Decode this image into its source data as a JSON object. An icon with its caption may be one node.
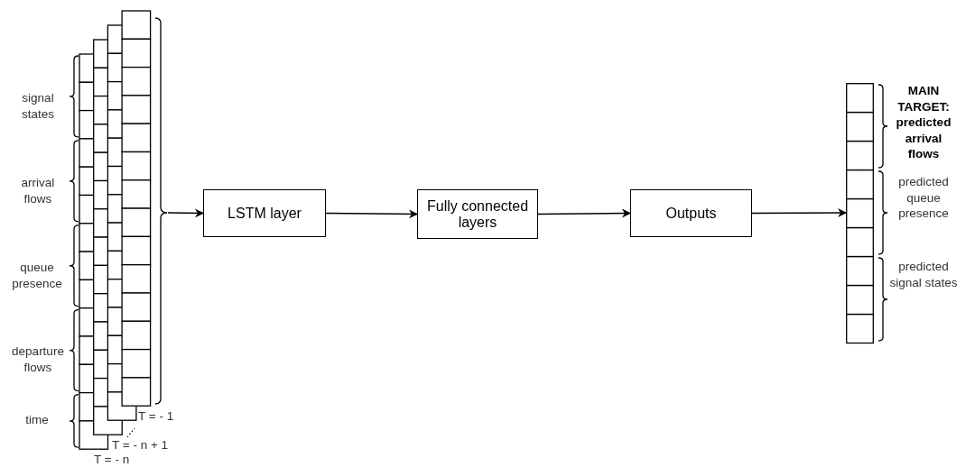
{
  "diagram": {
    "nodes": [
      {
        "text": [],
        "shape": "box"
      },
      {
        "text": [
          "LSTM layer"
        ]
      },
      {
        "text": [
          "Fully connected layers"
        ]
      },
      {
        "text": [
          "Outputs"
        ]
      },
      {
        "text": [],
        "shape": "bar"
      }
    ],
    "edges": [
      {
        "from": 0,
        "to": 1,
        "arrow": "to"
      },
      {
        "from": 1,
        "to": 2,
        "arrow": "to"
      },
      {
        "from": 2,
        "to": 3,
        "arrow": "to"
      },
      {
        "from": 3,
        "to": 4,
        "arrow": "to"
      }
    ],
    "labels": [
      "signal states",
      "arrival flows",
      "queue presence",
      "departure flows",
      "time",
      "T = - 1",
      "T = - n + 1",
      "T = - n",
      "MAIN TARGET: predicted arrival flows",
      "predicted queue presence",
      "predicted signal states"
    ]
  }
}
